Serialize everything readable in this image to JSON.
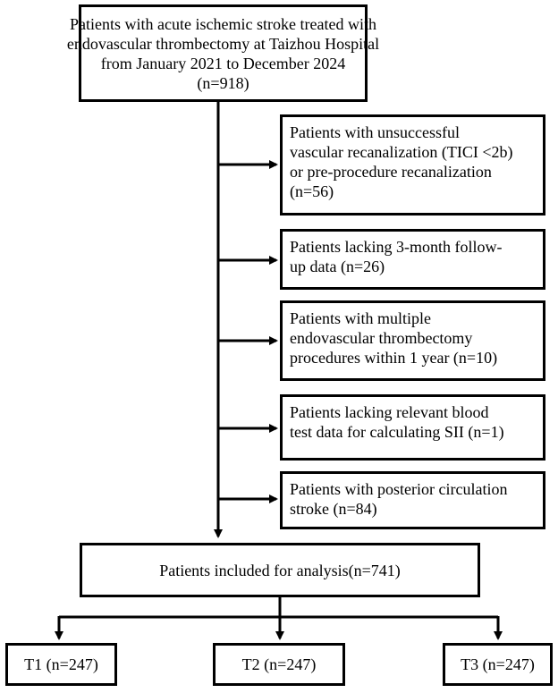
{
  "top_box": {
    "lines": [
      "Patients with acute ischemic stroke treated with",
      "endovascular thrombectomy at Taizhou Hospital",
      "from January 2021 to December 2024",
      "(n=918)"
    ]
  },
  "exclusions": [
    {
      "lines": [
        "Patients with unsuccessful",
        "vascular recanalization (TICI <2b)",
        "or pre-procedure recanalization",
        "(n=56)"
      ]
    },
    {
      "lines": [
        "Patients lacking 3-month follow-",
        "up data (n=26)"
      ]
    },
    {
      "lines": [
        "Patients with multiple",
        "endovascular thrombectomy",
        "procedures within 1 year (n=10)"
      ]
    },
    {
      "lines": [
        "Patients lacking relevant blood",
        "test data for calculating SII (n=1)"
      ]
    },
    {
      "lines": [
        "Patients with posterior circulation",
        "stroke (n=84)"
      ]
    }
  ],
  "included_box": {
    "text": "Patients included for analysis(n=741)"
  },
  "groups": [
    {
      "text": "T1 (n=247)"
    },
    {
      "text": "T2 (n=247)"
    },
    {
      "text": "T3 (n=247)"
    }
  ]
}
